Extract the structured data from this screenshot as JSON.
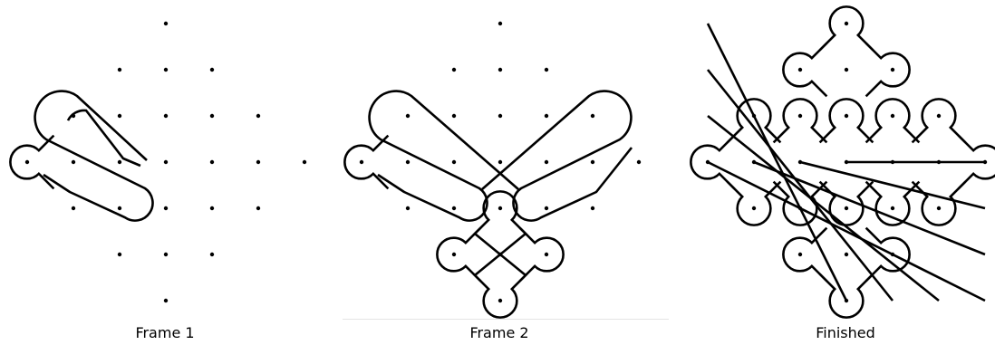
{
  "frames": [
    {
      "caption": "Frame 1"
    },
    {
      "caption": "Frame 2"
    },
    {
      "caption": "Finished"
    }
  ],
  "colors": {
    "ink": "#000000",
    "background": "#ffffff"
  }
}
